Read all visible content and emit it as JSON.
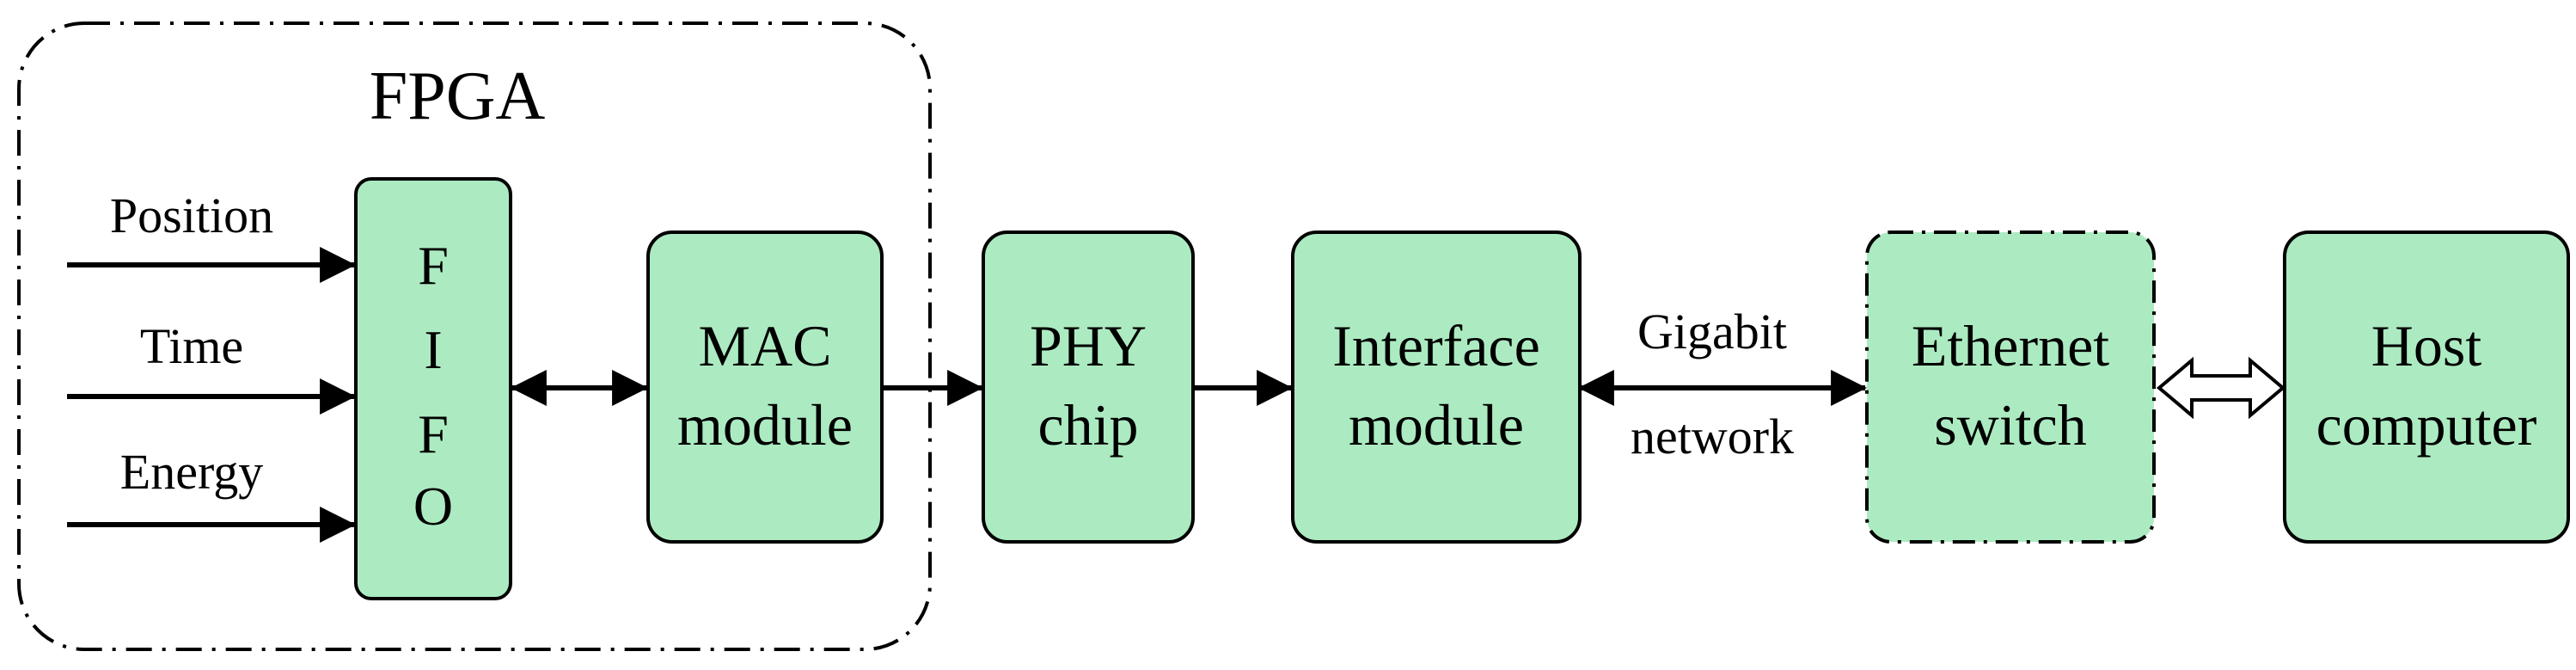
{
  "fpga": {
    "title": "FPGA"
  },
  "inputs": {
    "position": "Position",
    "time": "Time",
    "energy": "Energy"
  },
  "fifo": {
    "letters": [
      "F",
      "I",
      "F",
      "O"
    ]
  },
  "blocks": {
    "mac": {
      "line1": "MAC",
      "line2": "module"
    },
    "phy": {
      "line1": "PHY",
      "line2": "chip"
    },
    "interface": {
      "line1": "Interface",
      "line2": "module"
    },
    "switch": {
      "line1": "Ethernet",
      "line2": "switch"
    },
    "host": {
      "line1": "Host",
      "line2": "computer"
    }
  },
  "link": {
    "line1": "Gigabit",
    "line2": "network"
  },
  "colors": {
    "block_fill": "#ACEBC1",
    "stroke": "#000000",
    "background": "#FFFFFF"
  }
}
